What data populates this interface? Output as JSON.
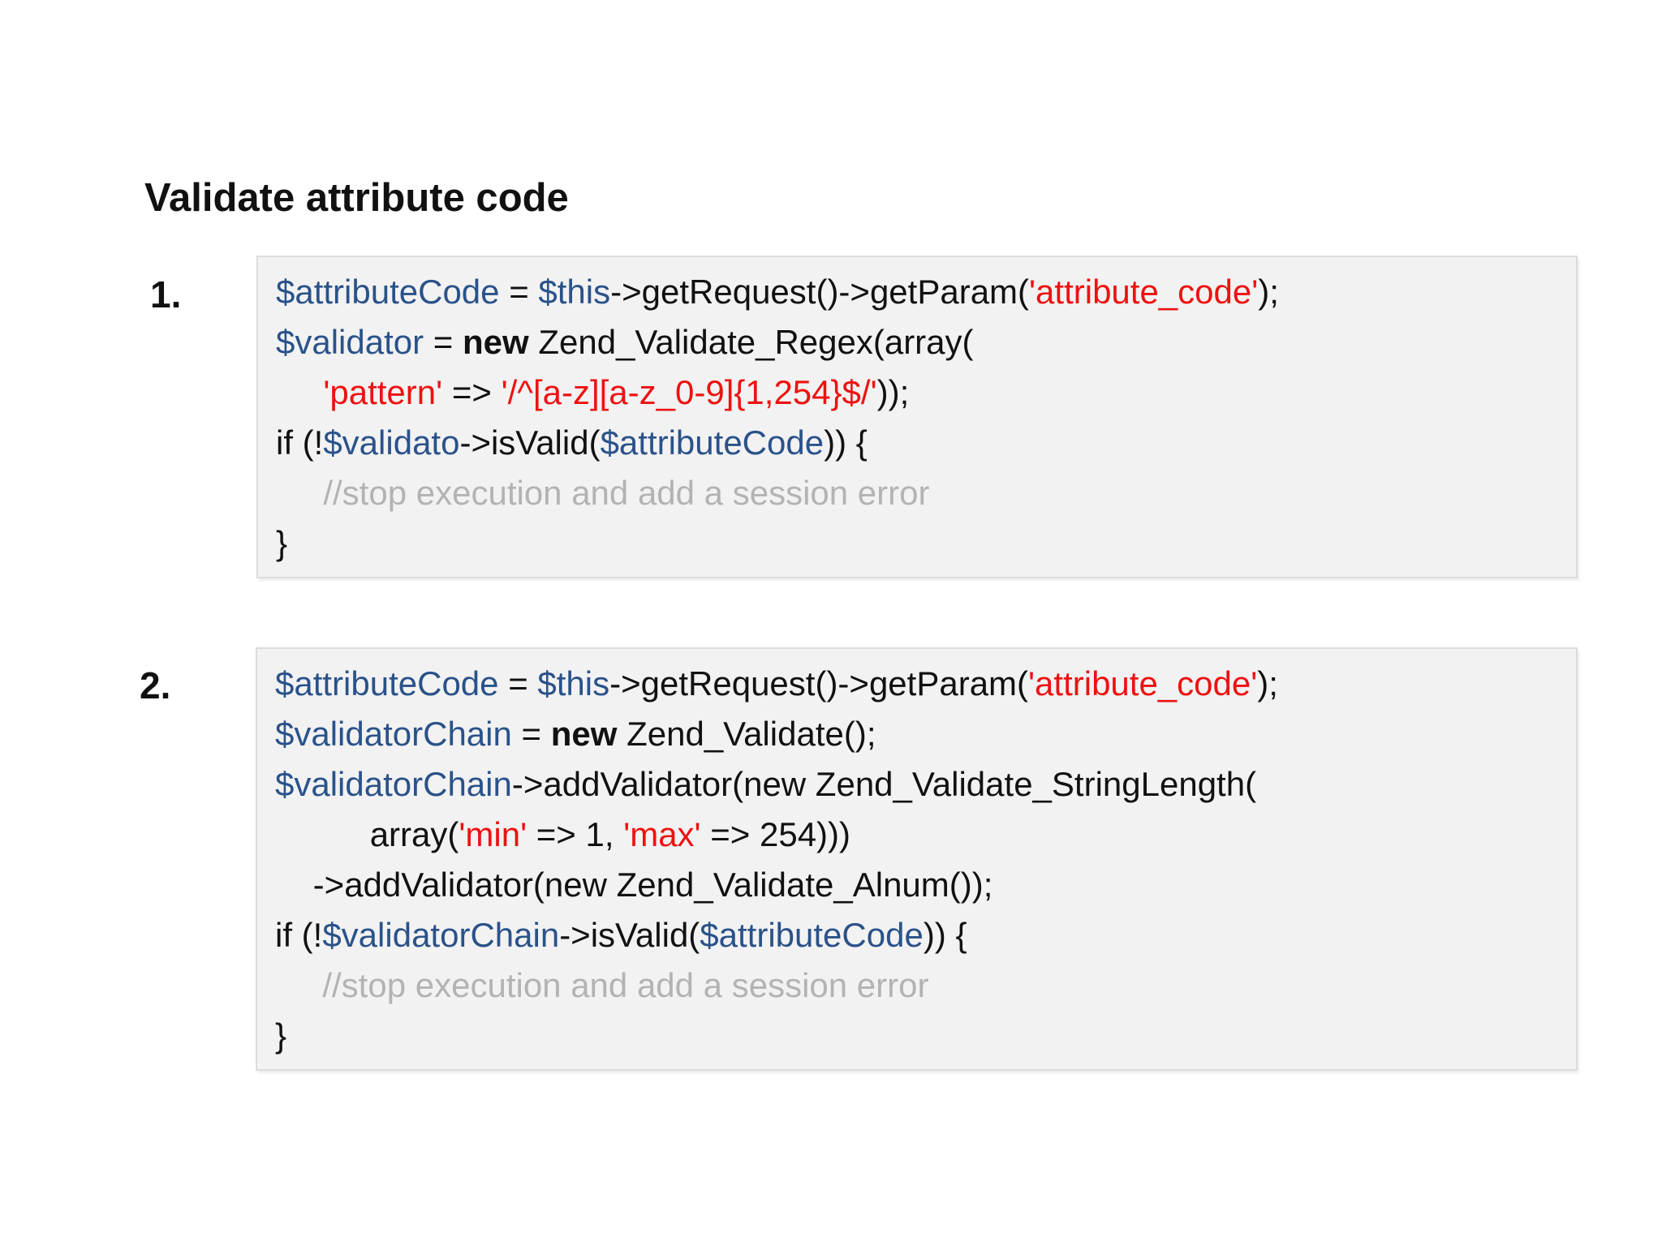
{
  "title": "Validate attribute code",
  "colors": {
    "plain": "#111111",
    "var": "#2a528a",
    "str": "#ee1111",
    "kw": "#111111",
    "comment": "#b3b3b3",
    "box_background": "#f2f2f2",
    "box_border": "#dcdcdc"
  },
  "blocks": [
    {
      "number": "1.",
      "lines": [
        [
          {
            "t": "$attributeCode",
            "c": "var"
          },
          {
            "t": " = ",
            "c": "plain"
          },
          {
            "t": "$this",
            "c": "var"
          },
          {
            "t": "->getRequest()->getParam(",
            "c": "plain"
          },
          {
            "t": "'attribute_code'",
            "c": "str"
          },
          {
            "t": ");",
            "c": "plain"
          }
        ],
        [
          {
            "t": "$validator",
            "c": "var"
          },
          {
            "t": " = ",
            "c": "plain"
          },
          {
            "t": "new",
            "c": "kw"
          },
          {
            "t": " Zend_Validate_Regex(array(",
            "c": "plain"
          }
        ],
        [
          {
            "t": "     ",
            "c": "plain"
          },
          {
            "t": "'pattern'",
            "c": "str"
          },
          {
            "t": " => ",
            "c": "plain"
          },
          {
            "t": "'/^[a-z][a-z_0-9]{1,254}$/'",
            "c": "str"
          },
          {
            "t": "));",
            "c": "plain"
          }
        ],
        [
          {
            "t": "if (!",
            "c": "plain"
          },
          {
            "t": "$validato",
            "c": "var"
          },
          {
            "t": "->isValid(",
            "c": "plain"
          },
          {
            "t": "$attributeCode",
            "c": "var"
          },
          {
            "t": ")) {",
            "c": "plain"
          }
        ],
        [
          {
            "t": "     //stop execution and add a session error",
            "c": "comment"
          }
        ],
        [
          {
            "t": "}",
            "c": "plain"
          }
        ]
      ]
    },
    {
      "number": "2.",
      "lines": [
        [
          {
            "t": "$attributeCode",
            "c": "var"
          },
          {
            "t": " = ",
            "c": "plain"
          },
          {
            "t": "$this",
            "c": "var"
          },
          {
            "t": "->getRequest()->getParam(",
            "c": "plain"
          },
          {
            "t": "'attribute_code'",
            "c": "str"
          },
          {
            "t": ");",
            "c": "plain"
          }
        ],
        [
          {
            "t": "$validatorChain",
            "c": "var"
          },
          {
            "t": " = ",
            "c": "plain"
          },
          {
            "t": "new",
            "c": "kw"
          },
          {
            "t": " Zend_Validate();",
            "c": "plain"
          }
        ],
        [
          {
            "t": "$validatorChain",
            "c": "var"
          },
          {
            "t": "->addValidator(new Zend_Validate_StringLength(",
            "c": "plain"
          }
        ],
        [
          {
            "t": "          array(",
            "c": "plain"
          },
          {
            "t": "'min'",
            "c": "str"
          },
          {
            "t": " => 1, ",
            "c": "plain"
          },
          {
            "t": "'max'",
            "c": "str"
          },
          {
            "t": " => 254)))",
            "c": "plain"
          }
        ],
        [
          {
            "t": "    ->addValidator(new Zend_Validate_Alnum());",
            "c": "plain"
          }
        ],
        [
          {
            "t": "if (!",
            "c": "plain"
          },
          {
            "t": "$validatorChain",
            "c": "var"
          },
          {
            "t": "->isValid(",
            "c": "plain"
          },
          {
            "t": "$attributeCode",
            "c": "var"
          },
          {
            "t": ")) {",
            "c": "plain"
          }
        ],
        [
          {
            "t": "     //stop execution and add a session error",
            "c": "comment"
          }
        ],
        [
          {
            "t": "}",
            "c": "plain"
          }
        ]
      ]
    }
  ]
}
